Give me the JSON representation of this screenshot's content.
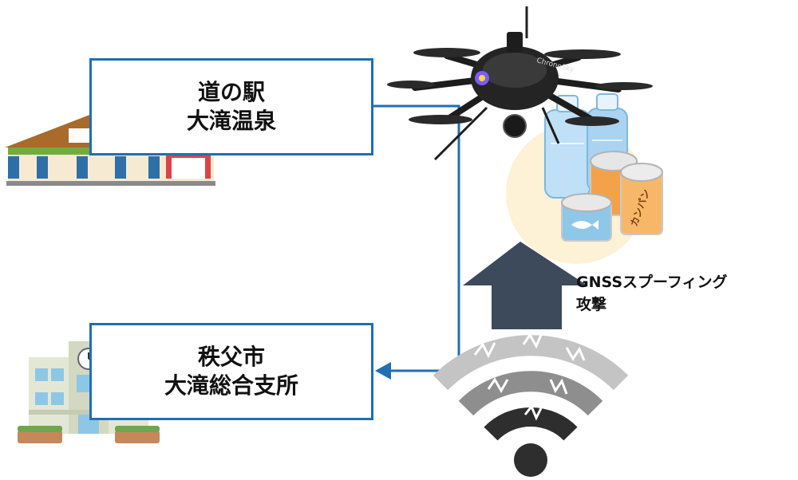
{
  "michinoeki": {
    "line1": "道の駅",
    "line2": "大滝温泉"
  },
  "shisho": {
    "line1": "秩父市",
    "line2": "大滝総合支所"
  },
  "attack": {
    "line1": "GNSSスプーフィング",
    "line2": "攻撃"
  },
  "drone": {
    "brand_text": "ChronoSky"
  },
  "supplies": {
    "can_text": "カンパン"
  },
  "colors": {
    "route_line": "#1f6fb2",
    "attack_arrow": "#3d4a5c",
    "signal_arc_outer": "#c4c4c4",
    "signal_arc_middle": "#8e8e8e",
    "signal_arc_inner": "#2e2e2e",
    "supply_circle": "#fdf1d6"
  },
  "icons": [
    "roadside-station-building-icon",
    "municipal-office-building-icon",
    "drone-icon",
    "water-bottle-icon",
    "canned-food-icon",
    "wifi-signal-icon",
    "up-arrow-icon"
  ]
}
